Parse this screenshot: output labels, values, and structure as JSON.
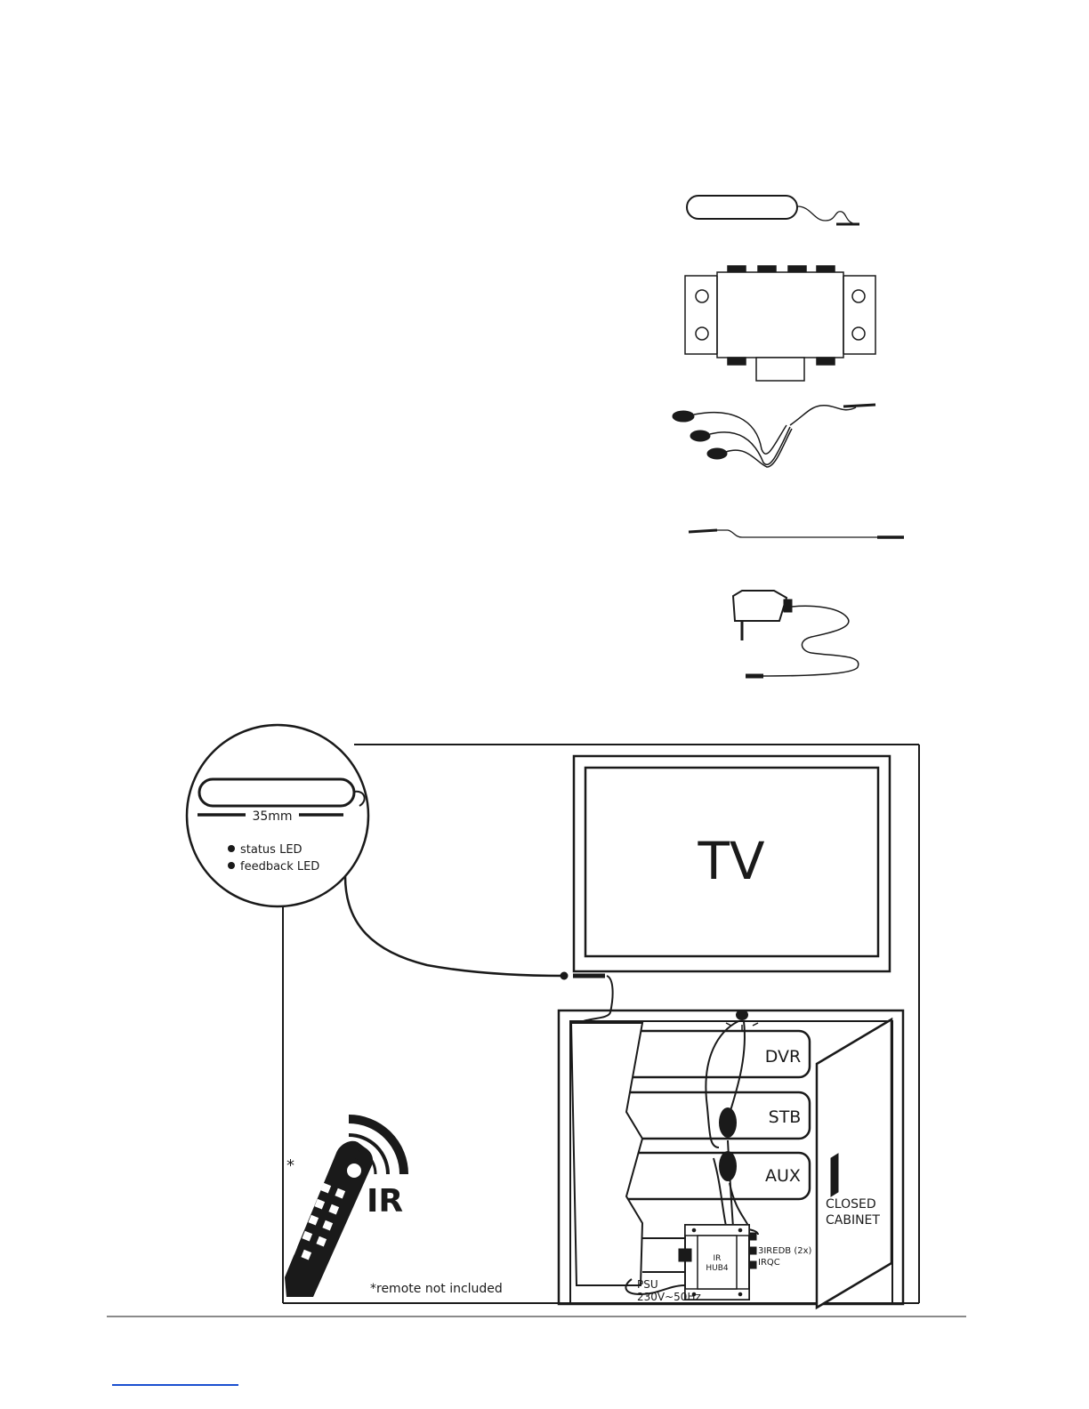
{
  "labels": {
    "sensor_width": "35mm",
    "status_led": "status LED",
    "feedback_led": "feedback LED",
    "tv": "TV",
    "dvr": "DVR",
    "stb": "STB",
    "aux": "AUX",
    "ir_symbol": "IR",
    "asterisk": "*",
    "remote_note": "*remote not included",
    "cabinet_line1": "CLOSED",
    "cabinet_line2": "CABINET",
    "hub_line1": "IR",
    "hub_line2": "HUB4",
    "port_emitters": "3IREDB (2x)",
    "port_qc": "IRQC",
    "psu_line1": "PSU",
    "psu_line2": "230V~50Hz"
  },
  "colors": {
    "line": "#1a1a1a",
    "light_line": "#c8c8c8",
    "footer_rule": "#8a8a8a",
    "link": "#1a4fd0"
  },
  "icons": {
    "remote": "remote-control-icon",
    "ir_waves": "ir-signal-icon"
  }
}
